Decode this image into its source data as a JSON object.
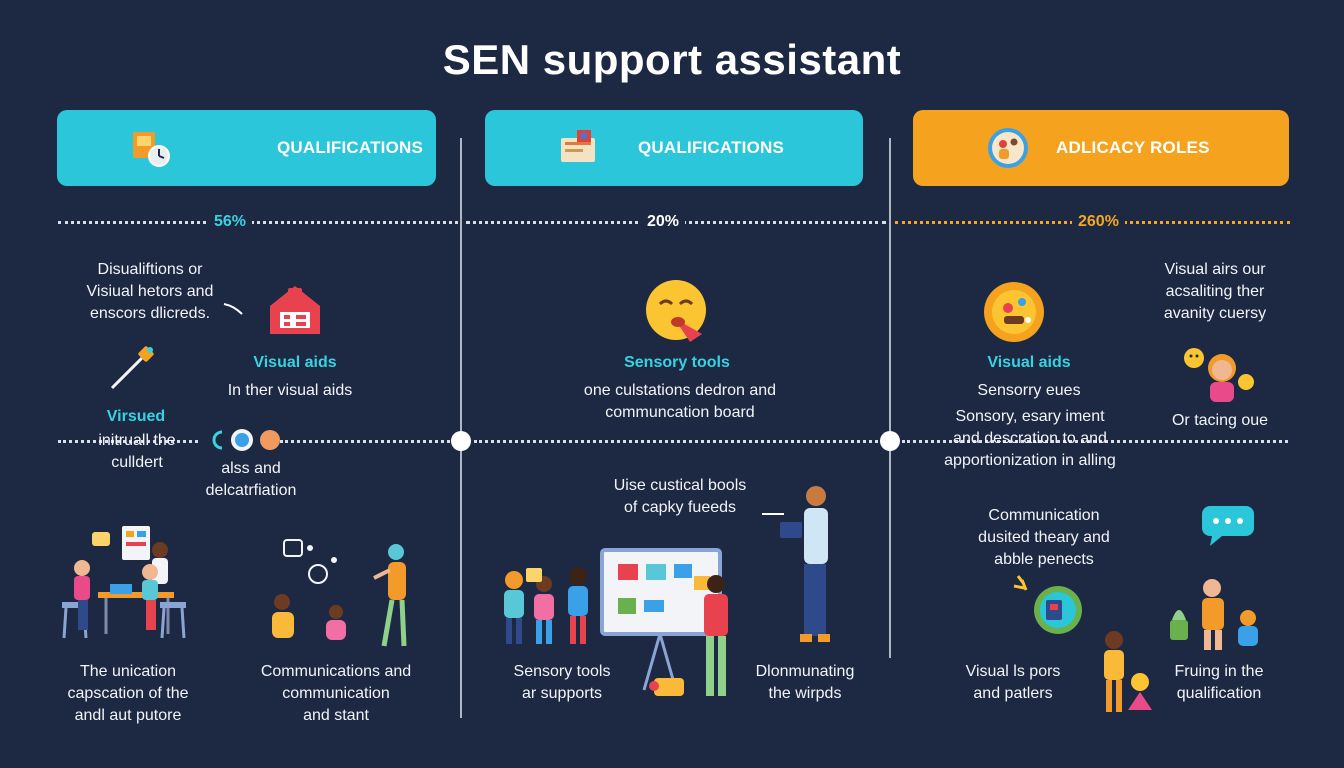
{
  "title": "SEN support assistant",
  "colors": {
    "background": "#1d2843",
    "cyan": "#2fc7dc",
    "orange": "#f5a21e",
    "accent_text": "#37d3e0"
  },
  "headers": [
    {
      "label": "QUALIFICATIONS",
      "icon": "clock-and-books-icon"
    },
    {
      "label": "QUALIFICATIONS",
      "icon": "certificate-icon"
    },
    {
      "label": "ADLICACY ROLES",
      "icon": "globe-people-icon"
    }
  ],
  "percentages": [
    "56%",
    "20%",
    "260%"
  ],
  "col1": {
    "intro": [
      "Disualiftions or",
      "Visiual hetors and",
      "enscors dlicreds."
    ],
    "visual_aids_heading": "Visual aids",
    "visual_aids_text": "In ther visual aids",
    "virsued_heading": "Virsued",
    "virsued_text": [
      "initruall the",
      "culldert"
    ],
    "alss_text": [
      "alss and",
      "delcatrfiation"
    ],
    "bottom_left": [
      "The unication",
      "capscation of the",
      "andl aut putore"
    ],
    "bottom_right": [
      "Communications and",
      "communication",
      "and stant"
    ]
  },
  "col2": {
    "sensory_heading": "Sensory tools",
    "sensory_text": [
      "one culstations dedron and",
      "communcation board"
    ],
    "use_text": [
      "Uise custical bools",
      "of capky fueeds"
    ],
    "bottom_left": [
      "Sensory tools",
      "ar supports"
    ],
    "bottom_right": [
      "Dlonmunating",
      "the wirpds"
    ]
  },
  "col3": {
    "visual_aids_heading": "Visual aids",
    "sensory_cues": "Sensorry eues",
    "sensory_text": [
      "Sonsory, esary iment",
      "and descration to and",
      "apportionization in alling"
    ],
    "right_top": [
      "Visual airs our",
      "acsaliting ther",
      "avanity cuersy"
    ],
    "facing": "Or tacing oue",
    "communication": [
      "Communication",
      "dusited theary and",
      "abble penects"
    ],
    "bottom_left": [
      "Visual ls pors",
      "and patlers"
    ],
    "bottom_right": [
      "Fruing in the",
      "qualification"
    ]
  }
}
